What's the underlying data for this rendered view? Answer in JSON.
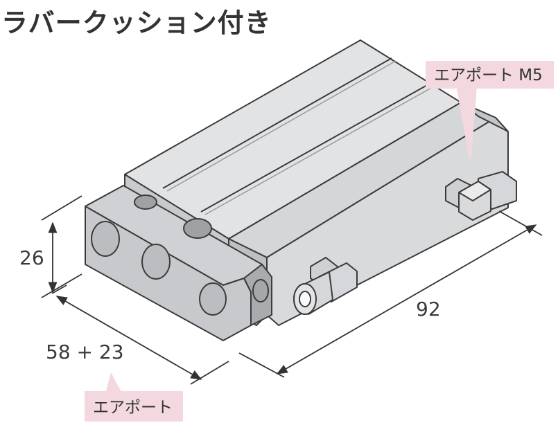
{
  "title": "ラバークッション付き",
  "dimensions": {
    "height": "26",
    "width": "58 + 23",
    "length": "92"
  },
  "callouts": {
    "air_port_m5": "エアポート M5",
    "air_port": "エアポート"
  },
  "colors": {
    "callout_bg": "#f3d8df",
    "body_fill": "#d9dadc",
    "body_dark": "#b7b9bc",
    "outline": "#3b3b3b"
  }
}
